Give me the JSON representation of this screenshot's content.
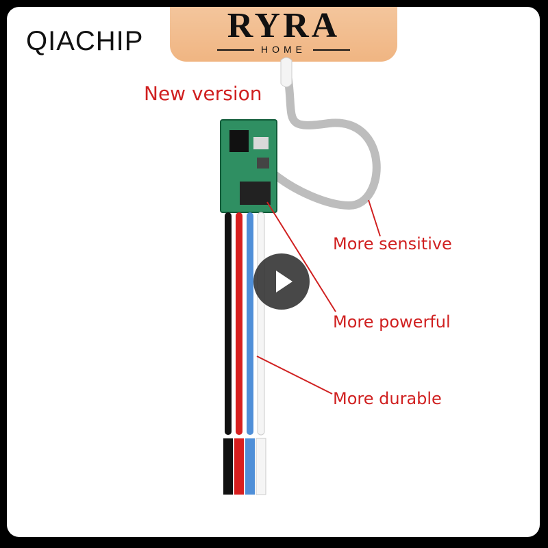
{
  "header": {
    "left_brand": "QIACHIP",
    "logo_main": "RYRA",
    "logo_sub": "HOME"
  },
  "callouts": {
    "title": "New version",
    "sensitive": "More sensitive",
    "powerful": "More powerful",
    "durable": "More durable"
  },
  "controls": {
    "play_icon": "play-icon"
  }
}
